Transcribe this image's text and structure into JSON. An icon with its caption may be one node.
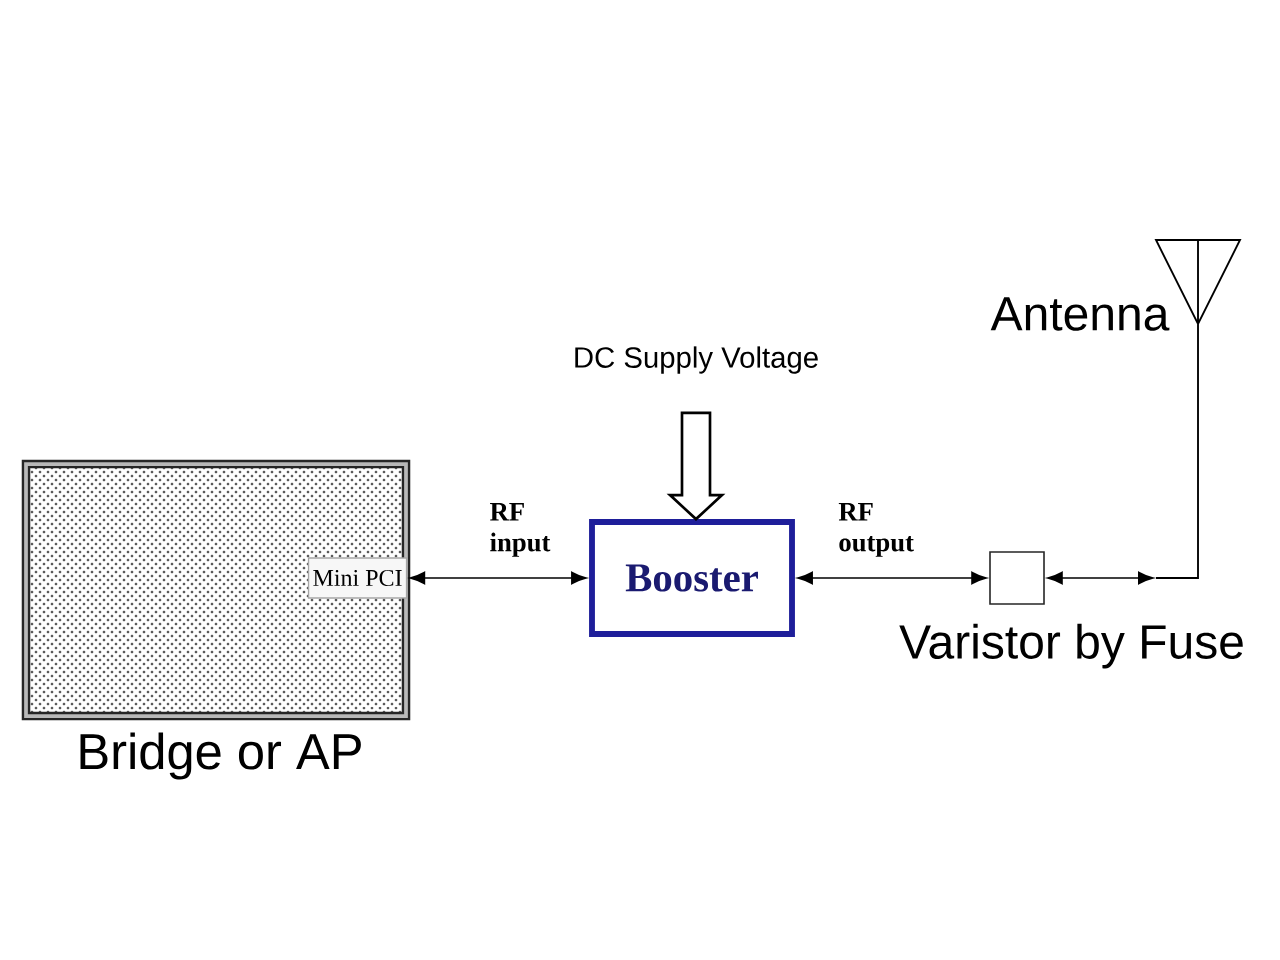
{
  "diagram": {
    "nodes": [
      {
        "text": [
          "Bridge or AP"
        ]
      },
      {
        "text": [
          "Mini PCI"
        ],
        "in": 0
      },
      {
        "text": [
          "DC Supply Voltage"
        ]
      },
      {
        "text": [
          "Booster"
        ]
      },
      {
        "text": [
          "Varistor by Fuse"
        ]
      },
      {
        "text": [],
        "shape": "picture",
        "beside": [
          "Antenna"
        ]
      }
    ],
    "edges": [
      {
        "from": 1,
        "to": 3,
        "arrow": "both",
        "label": "RF input"
      },
      {
        "from": 3,
        "to": 4,
        "arrow": "both",
        "label": "RF output"
      },
      {
        "from": 4,
        "to": 5,
        "arrow": "both"
      },
      {
        "from": 2,
        "to": 3,
        "arrow": "to",
        "style": "thick"
      }
    ]
  }
}
